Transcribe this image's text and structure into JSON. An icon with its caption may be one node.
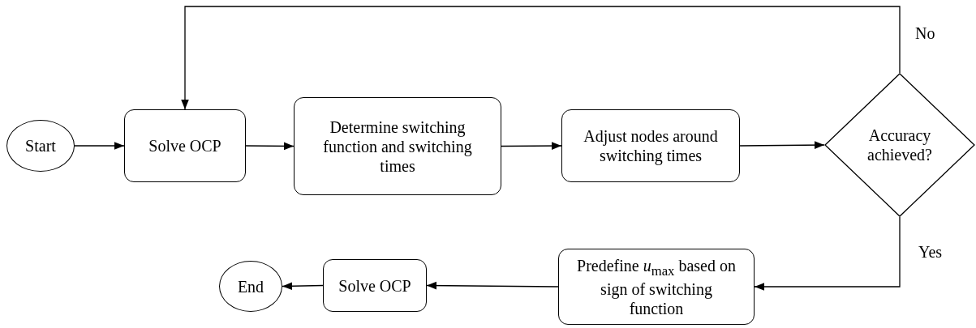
{
  "diagram": {
    "nodes": [
      {
        "text": [
          "Start"
        ]
      },
      {
        "text": [
          "Solve OCP"
        ]
      },
      {
        "text": [
          "Determine switching function and switching times"
        ]
      },
      {
        "text": [
          "Adjust nodes around switching times"
        ]
      },
      {
        "text": [
          "Accuracy achieved?"
        ]
      },
      {
        "text": [
          "Predefine *u*$_{max}$ based on sign of switching function"
        ]
      },
      {
        "text": [
          "Solve OCP"
        ]
      },
      {
        "text": [
          "End"
        ]
      }
    ],
    "edges": [
      {
        "from": 0,
        "to": 1,
        "arrow": "to"
      },
      {
        "from": 1,
        "to": 2,
        "arrow": "to"
      },
      {
        "from": 2,
        "to": 3,
        "arrow": "to"
      },
      {
        "from": 3,
        "to": 4,
        "arrow": "to"
      },
      {
        "from": 4,
        "to": 1,
        "arrow": "to",
        "label": "No"
      },
      {
        "from": 4,
        "to": 5,
        "arrow": "to",
        "label": "Yes"
      },
      {
        "from": 5,
        "to": 6,
        "arrow": "to"
      },
      {
        "from": 6,
        "to": 7,
        "arrow": "to"
      }
    ]
  }
}
